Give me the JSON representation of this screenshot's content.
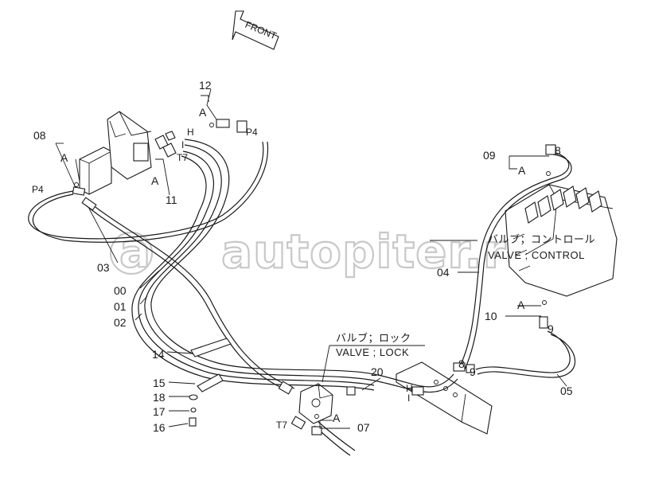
{
  "front_arrow": {
    "text": "FRONT"
  },
  "watermark": {
    "text": "autopiter.ru"
  },
  "callouts": {
    "c12": "12",
    "c08": "08",
    "c03": "03",
    "c00": "00",
    "c01": "01",
    "c02": "02",
    "c14": "14",
    "c15": "15",
    "c18": "18",
    "c17": "17",
    "c16": "16",
    "c11": "11",
    "c09": "09",
    "c8_top": "8",
    "c04": "04",
    "c10": "10",
    "c9_mid": "9",
    "c05": "05",
    "c20": "20",
    "c8_low": "8",
    "c9_low": "9",
    "c07": "07"
  },
  "detail_letters": {
    "a_12": "A",
    "a_08": "A",
    "a_11": "A",
    "a_09": "A",
    "a_10": "A",
    "a_07": "A"
  },
  "port_labels": {
    "p4_left": "P4",
    "p4_right": "P4",
    "h_top": "H",
    "i_top": "I",
    "t7_top": "T7",
    "h_low": "H",
    "i_low": "I",
    "t7_low": "T7"
  },
  "valve_control": {
    "jp": "バルブ；コントロール",
    "en": "VALVE ; CONTROL"
  },
  "valve_lock": {
    "jp": "バルブ；ロック",
    "en": "VALVE ; LOCK"
  }
}
